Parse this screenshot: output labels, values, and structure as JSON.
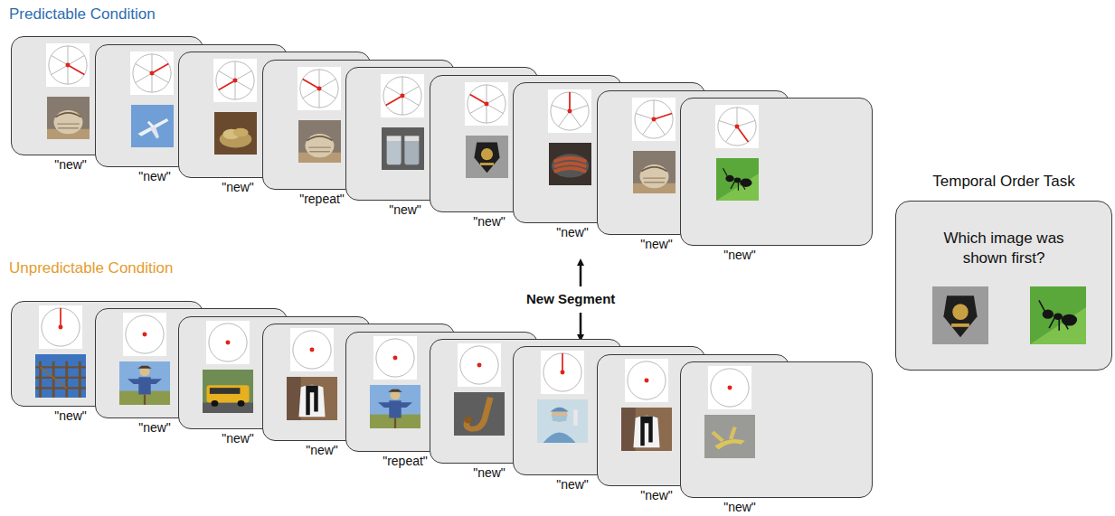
{
  "diagram": {
    "nodes": [
      {
        "text": [
          "\"new\""
        ]
      },
      {
        "text": [
          "\"new\""
        ]
      },
      {
        "text": [
          "\"new\""
        ]
      },
      {
        "text": [
          "\"repeat\""
        ]
      },
      {
        "text": [
          "\"new\""
        ]
      },
      {
        "text": [
          "\"new\""
        ]
      },
      {
        "text": [
          "\"new\""
        ]
      },
      {
        "text": [
          "\"new\""
        ]
      },
      {
        "text": [
          "\"new\""
        ]
      },
      {
        "text": [
          "\"new\""
        ]
      },
      {
        "text": [
          "\"new\""
        ]
      },
      {
        "text": [
          "\"new\""
        ]
      },
      {
        "text": [
          "\"new\""
        ]
      },
      {
        "text": [
          "\"repeat\""
        ]
      },
      {
        "text": [
          "\"new\""
        ]
      },
      {
        "text": [
          "\"new\""
        ]
      },
      {
        "text": [
          "\"new\""
        ]
      },
      {
        "text": [
          "\"new\""
        ]
      },
      {
        "text": [
          "Temporal Order Task",
          "Which image was shown first?"
        ]
      }
    ],
    "labels": [
      "Predictable Condition",
      "Unpredictable Condition",
      "New Segment"
    ]
  }
}
